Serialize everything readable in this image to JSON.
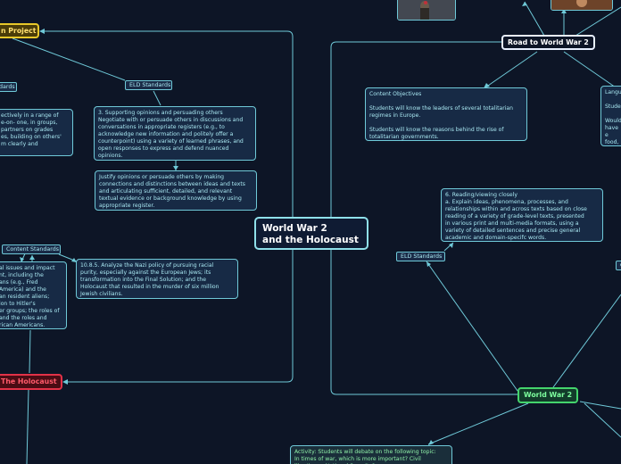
{
  "central": "World War 2\nand the Holocaust",
  "main_topics": {
    "project": "n Project",
    "road": "Road to World War 2",
    "ww2": "World War 2",
    "holocaust": "The Holocaust"
  },
  "tags": {
    "eld_left_edge": "dards",
    "eld_standards_1": "ELD Standards",
    "eld_standards_2": "ELD Standards",
    "content_standards": "Content Standards"
  },
  "texts": {
    "left_edge_1": "ectively in a range of\ne-on- one, in groups,\npartners on grades\nes, building on others'\nm clearly and",
    "eld_standard_3": "3. Supporting opinions and persuading others\nNegotiate with or persuade others in discussions and\nconversations in appropriate registers (e.g., to\nacknowledge new information and politely offer a\ncounterpoint) using a variety of learned phrases, and\nopen responses to express and defend nuanced\nopinions.",
    "justify_opinions": "Justify opinions or persuade others by making\nconnections and distinctions between ideas and texts\nand articulating sufficient, detailed, and relevant\ntextual evidence or background knowledge by using\nappropriate register.",
    "content_objectives": "Content Objectives\n\nStudents will know the leaders of several totalitarian\nregimes in Europe.\n\nStudents will know the reasons behind the rise of\ntotalitarian governments.",
    "language_right": "Langu\n\nStude\n\nWould\nhave e\nfood,\nnot?",
    "reading_standard": "6. Reading/viewing closely\na. Explain ideas, phenomena, processes, and\nrelationships within and across texts based on close\nreading of a variety of grade-level texts, presented\nin various print and multi-media formats, using a\nvariety of detailed sentences and precise general\nacademic and domain-specifc words.",
    "left_edge_2": "al issues and impact\nnt, including the\nans (e.g., Fred\nAmerica) and the\nan resident aliens;\nion to Hitler's\ner groups; the roles of\nand the roles and\nrican Americans.",
    "nazi_policy": "10.8.5. Analyze the Nazi policy of pursuing racial\npurity, especially against the European Jews; its\ntransformation into the Final Solution; and the\nHolocaust that resulted in the murder of six million\nJewish civilians.",
    "activity": "Activity: Students will debate on the following topic:\nIn times of war, which is more important? Civil\nliberties or National Security?",
    "right_stub": "C"
  }
}
